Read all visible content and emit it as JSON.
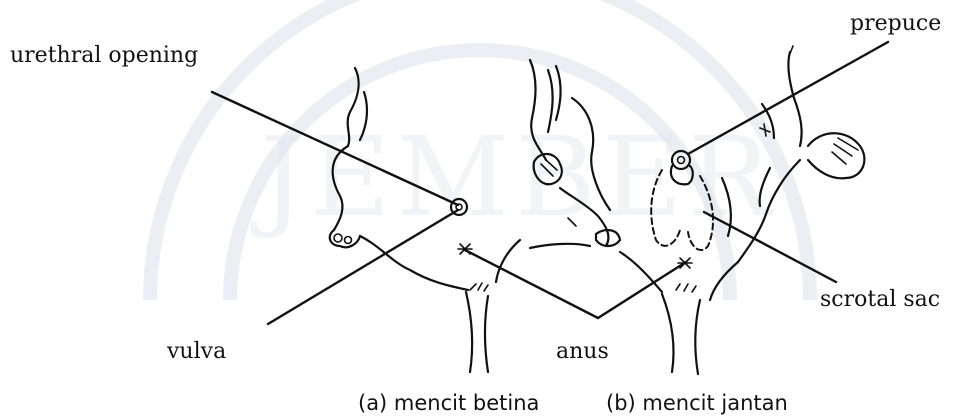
{
  "labels": {
    "urethral_opening": "urethral opening",
    "prepuce": "prepuce",
    "vulva": "vulva",
    "anus": "anus",
    "scrotal_sac": "scrotal sac"
  },
  "captions": {
    "female": "(a) mencit betina",
    "male": "(b) mencit jantan"
  },
  "watermark": {
    "text": "JEMBER"
  },
  "colors": {
    "ink": "#111111",
    "watermark": "#dde0ea",
    "background": "#ffffff"
  }
}
